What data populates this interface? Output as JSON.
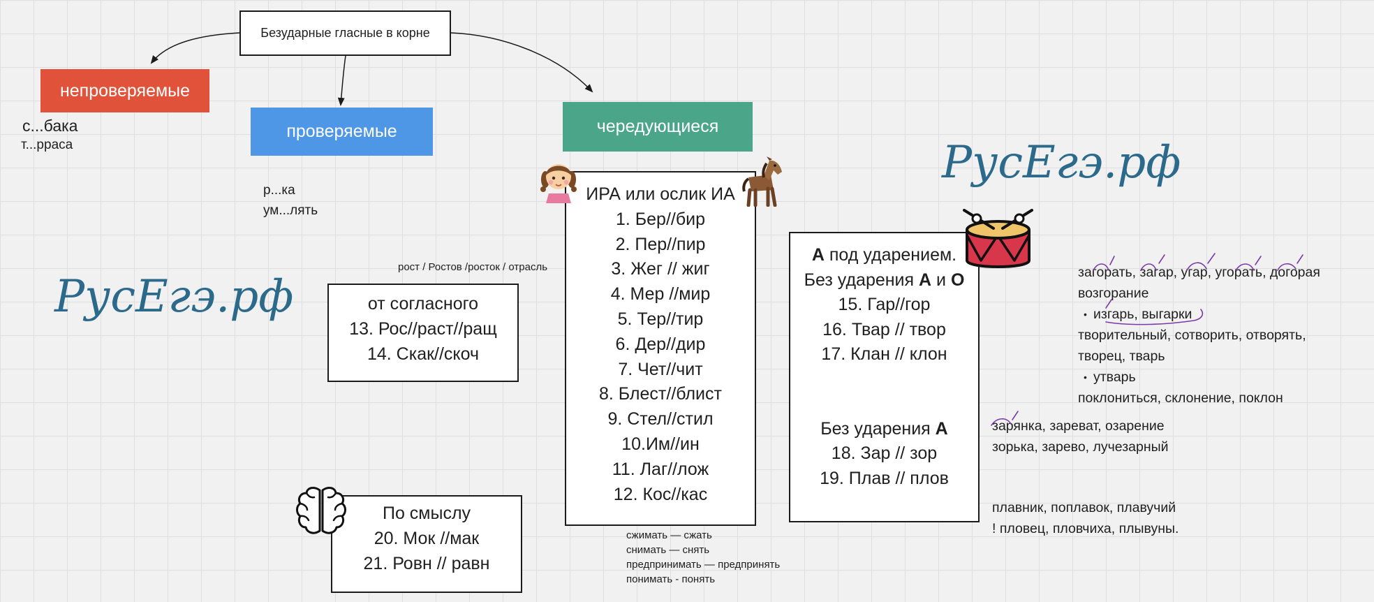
{
  "root": {
    "label": "Безударные гласные в корне"
  },
  "categories": {
    "unverifiable": {
      "label": "непроверяемые",
      "color": "#e1523b",
      "examples": [
        "с...бака",
        "т...рраса"
      ]
    },
    "verifiable": {
      "label": "проверяемые",
      "color": "#4d97e6",
      "examples": [
        "р...ка",
        "ум...лять"
      ]
    },
    "alternating": {
      "label": "чередующиеся",
      "color": "#4ba588"
    }
  },
  "brand": {
    "logo_text": "РусЕгэ.рф",
    "color": "#2c6a8b"
  },
  "ira_box": {
    "title": "ИРА или ослик ИА",
    "items": [
      "1. Бер//бир",
      "2. Пер//пир",
      "3. Жег // жиг",
      "4. Мер //мир",
      "5. Тер//тир",
      "6. Дер//дир",
      "7. Чет//чит",
      "8. Блест//блист",
      "9. Стел//стил",
      "10.Им//ин",
      "11. Лаг//лож",
      "12. Кос//кас"
    ],
    "notes": [
      "сжимать — сжать",
      "снимать — снять",
      "предпринимать — предпринять",
      "понимать - понять"
    ]
  },
  "consonant_box": {
    "heading": "от согласного",
    "items": [
      "13. Рос//раст//ращ",
      "14. Скак//скоч"
    ],
    "note": "рост / Ростов /росток / отрасль"
  },
  "meaning_box": {
    "heading": "По смыслу",
    "items": [
      "20. Мок //мак",
      "21. Ровн // равн"
    ]
  },
  "stress_box": {
    "title_bold": "А",
    "title_rest": " под ударением.",
    "subtitle_start": "Без ударения ",
    "subtitle_a": "А",
    "subtitle_and": " и ",
    "subtitle_o": "О",
    "items1": [
      "15. Гар//гор",
      "16. Твар // твор",
      "17. Клан // клон"
    ],
    "heading2_start": "Без ударения ",
    "heading2_a": "А",
    "items2": [
      "18. Зар // зор",
      "19. Плав // плов"
    ]
  },
  "examples_right": {
    "gar": [
      "загорать, загар, угар, угорать, догорая",
      "возгорание"
    ],
    "gar_exc": "изгарь, выгарки",
    "tvar": [
      "творительный, сотворить, отворять,",
      "творец, тварь"
    ],
    "tvar_exc": "утварь",
    "klan": "поклониться, склонение, поклон",
    "zar": [
      "зарянка, зареват, озарение",
      "зорька, зарево, лучезарный"
    ],
    "plav": [
      "плавник, поплавок, плавучий",
      "! пловец, пловчиха, плывуны."
    ]
  },
  "icons": {
    "girl": "girl-emoji-icon",
    "horse": "horse-emoji-icon",
    "drum": "drum-icon",
    "brain": "brain-icon"
  },
  "accent_colors": {
    "purple": "#7a3aa8",
    "stroke": "#1b1b1b"
  }
}
